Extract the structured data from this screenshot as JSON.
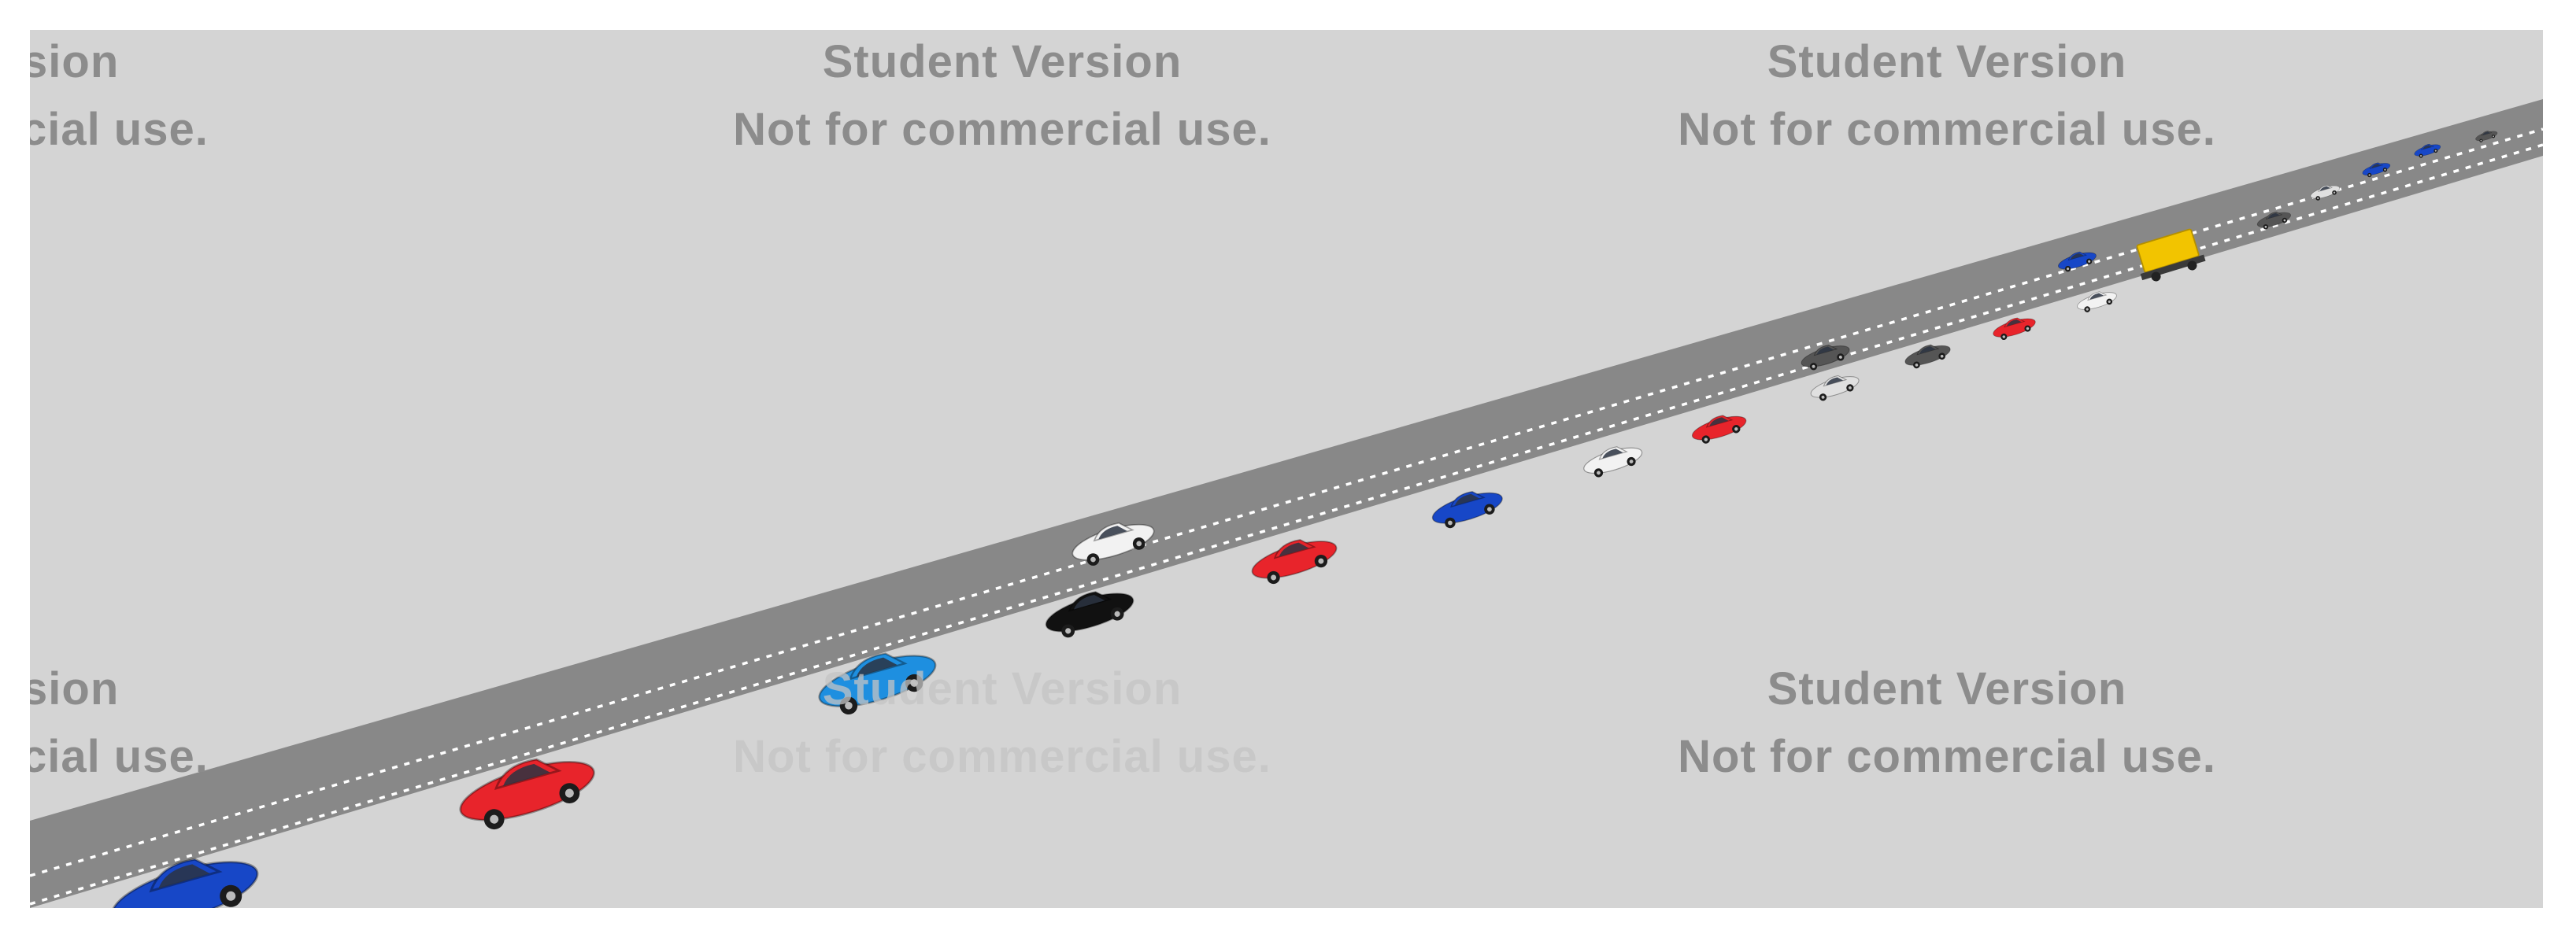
{
  "scene": {
    "background_color": "#d4d4d4",
    "road_color": "#888888",
    "lane_line_color": "#ffffff",
    "lanes": 3
  },
  "watermarks": [
    {
      "line1": "Student Version",
      "line2": "Not for commercial use."
    },
    {
      "line1": "Student Version",
      "line2": "Not for commercial use."
    },
    {
      "line1": "Student Version",
      "line2": "Not for commercial use."
    },
    {
      "line1": "Student Version",
      "line2": "Not for commercial use."
    },
    {
      "line1": "Student Version",
      "line2": "Not for commercial use."
    },
    {
      "line1": "Student Version",
      "line2": "Not for commercial use."
    }
  ],
  "vehicles": [
    {
      "type": "car",
      "color": "#1747c7"
    },
    {
      "type": "car",
      "color": "#e8242b"
    },
    {
      "type": "car",
      "color": "#1e8fe0"
    },
    {
      "type": "car",
      "color": "#111111"
    },
    {
      "type": "car",
      "color": "#f2f2f2"
    },
    {
      "type": "car",
      "color": "#e8242b"
    },
    {
      "type": "car",
      "color": "#1747c7"
    },
    {
      "type": "car",
      "color": "#f2f2f2"
    },
    {
      "type": "car",
      "color": "#e8242b"
    },
    {
      "type": "car",
      "color": "#555555"
    },
    {
      "type": "car",
      "color": "#e0e0e0"
    },
    {
      "type": "car",
      "color": "#555555"
    },
    {
      "type": "car",
      "color": "#e8242b"
    },
    {
      "type": "car",
      "color": "#1747c7"
    },
    {
      "type": "car",
      "color": "#f2f2f2"
    },
    {
      "type": "truck",
      "color": "#f2c400"
    },
    {
      "type": "car",
      "color": "#555555"
    },
    {
      "type": "car",
      "color": "#e0e0e0"
    },
    {
      "type": "car",
      "color": "#1747c7"
    },
    {
      "type": "car",
      "color": "#1747c7"
    },
    {
      "type": "car",
      "color": "#555555"
    }
  ]
}
